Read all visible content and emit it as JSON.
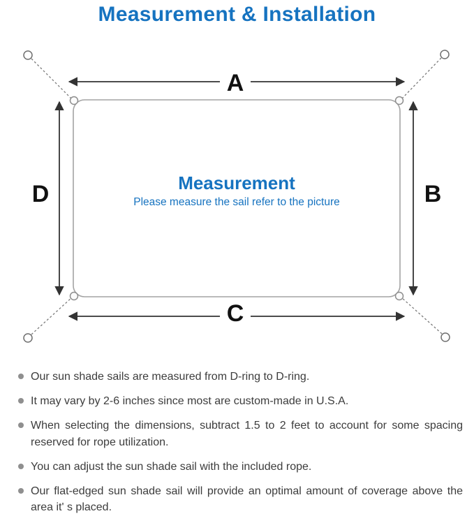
{
  "title": "Measurement & Installation",
  "diagram": {
    "labels": {
      "top": "A",
      "right": "B",
      "bottom": "C",
      "left": "D"
    },
    "center_title": "Measurement",
    "center_subtitle": "Please measure the sail refer to the picture"
  },
  "notes": [
    "Our sun shade sails are measured from D-ring to D-ring.",
    "It may vary by 2-6 inches since most are custom-made in U.S.A.",
    "When selecting the dimensions, subtract 1.5 to 2 feet to account for some spacing reserved for rope utilization.",
    "You can adjust the sun shade sail with the included rope.",
    "Our flat-edged sun shade sail will provide an optimal amount of coverage above the area it' s placed."
  ],
  "colors": {
    "accent_blue": "#1673c0",
    "body_text": "#3c3c3c",
    "line_gray": "#7a7a7a",
    "bullet_gray": "#8f8f8f"
  }
}
